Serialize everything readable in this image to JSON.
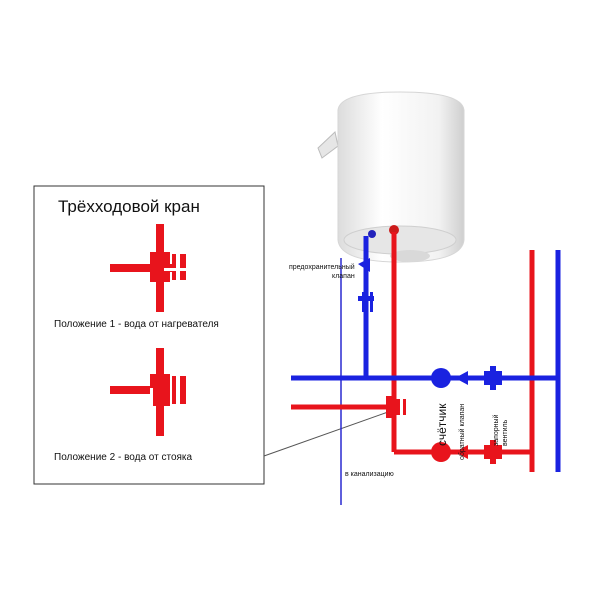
{
  "inset": {
    "title": "Трёхходовой кран",
    "position1": "Положение 1 - вода от нагревателя",
    "position2": "Положение 2 - вода от стояка"
  },
  "labels": {
    "safety_valve_line1": "предохранительный",
    "safety_valve_line2": "клапан",
    "drain": "в канализацию",
    "meter": "счётчик",
    "check_valve": "обратный клапан",
    "shutoff_line1": "запорный",
    "shutoff_line2": "вентиль"
  },
  "colors": {
    "hot": "#e8141c",
    "cold": "#1a22e0",
    "drain": "#2a2ad0",
    "heater": "#eeeeee"
  }
}
